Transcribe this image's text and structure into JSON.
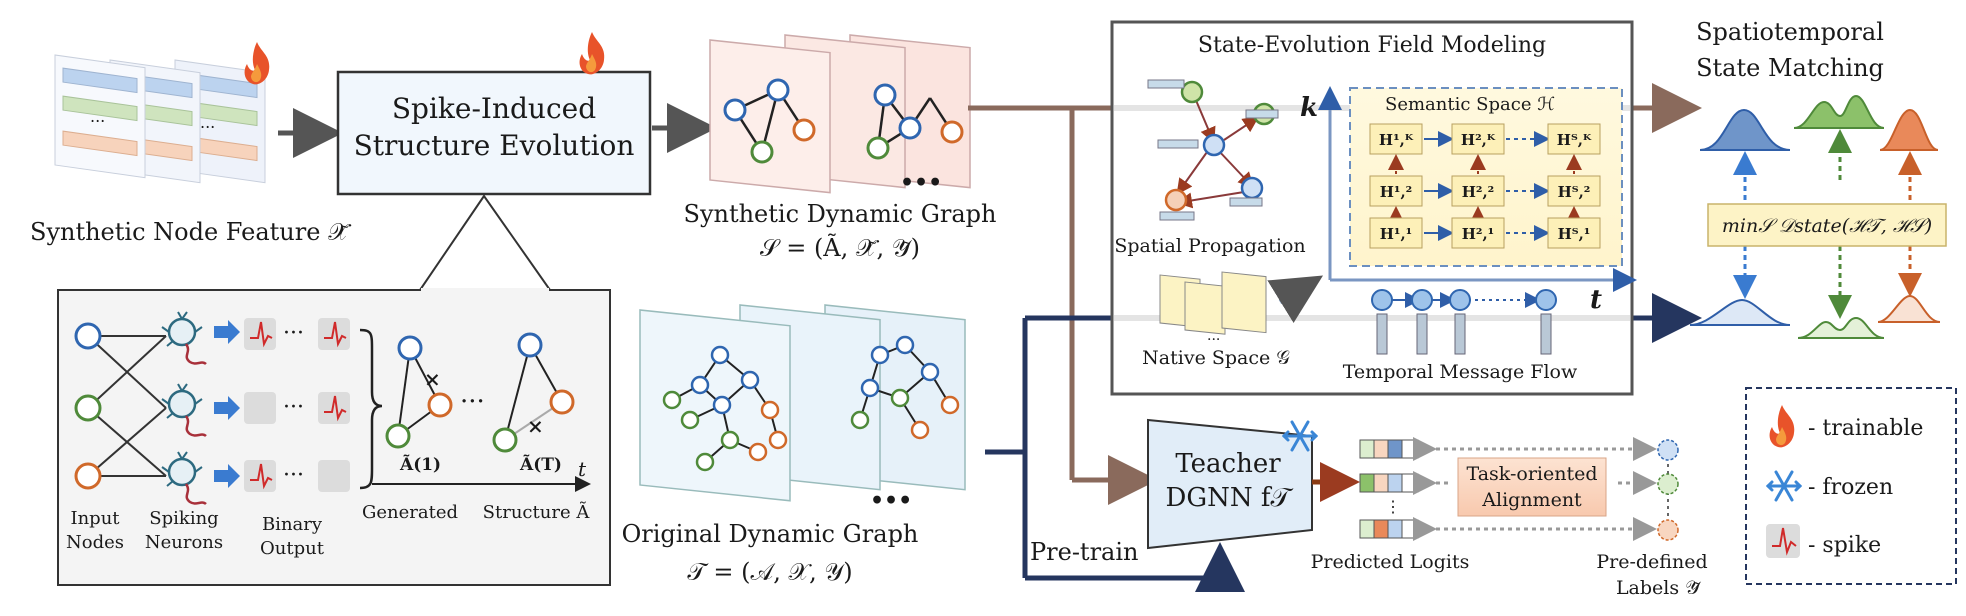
{
  "feature_block": {
    "caption": "Synthetic Node Feature 𝒳̃"
  },
  "sise_box": {
    "line1": "Spike-Induced",
    "line2": "Structure Evolution"
  },
  "spike_detail": {
    "input_label_1": "Input",
    "input_label_2": "Nodes",
    "neuron_label_1": "Spiking",
    "neuron_label_2": "Neurons",
    "binary_label_1": "Binary",
    "binary_label_2": "Output",
    "a1_label": "Ã(1)",
    "aT_label": "Ã(T)",
    "t_label": "t",
    "generated_label": "Generated",
    "structure_label": "Structure Ã",
    "ellipsis": "···"
  },
  "synthetic_graph": {
    "caption_line1": "Synthetic Dynamic Graph",
    "caption_line2": "𝒮 = (Ã, 𝒳̃, 𝒴̃)",
    "ellipsis": "•••"
  },
  "original_graph": {
    "caption_line1": "Original Dynamic Graph",
    "caption_line2": "𝒯 = (𝒜, 𝒳, 𝒴)",
    "ellipsis": "•••"
  },
  "sef": {
    "title": "State-Evolution Field Modeling",
    "semantic_title": "Semantic Space ℋ",
    "k_label": "k",
    "t_label": "t",
    "spatial_label": "Spatial Propagation",
    "native_label": "Native Space 𝒢",
    "temporal_label": "Temporal Message Flow",
    "h_cells": [
      "H¹,ᴷ",
      "H²,ᴷ",
      "Hᵀ,ᴷ",
      "H¹,²",
      "H²,²",
      "Hᵀ,²",
      "H¹,¹",
      "H²,¹",
      "Hᵀ,¹"
    ]
  },
  "teacher": {
    "line1": "Teacher",
    "line2": "DGNN f𝒯",
    "pretrain": "Pre-train"
  },
  "alignment": {
    "line1": "Task-oriented",
    "line2": "Alignment",
    "logits_label": "Predicted Logits",
    "labels_line1": "Pre-defined",
    "labels_line2": "Labels 𝒴̃"
  },
  "matching": {
    "title_line1": "Spatiotemporal",
    "title_line2": "State Matching",
    "formula": "min𝒮 𝒟state(ℋ𝒯, ℋ𝒮)"
  },
  "legend": {
    "trainable": "- trainable",
    "frozen": "- frozen",
    "spike": "- spike"
  },
  "colors": {
    "blue_node": "#2f66b0",
    "green_node": "#4f8a3a",
    "orange_node": "#d0692a",
    "brown_arrow": "#8a6a5c",
    "navy_arrow": "#25365f",
    "fire": "#e8532a",
    "snow": "#3a86d6"
  }
}
